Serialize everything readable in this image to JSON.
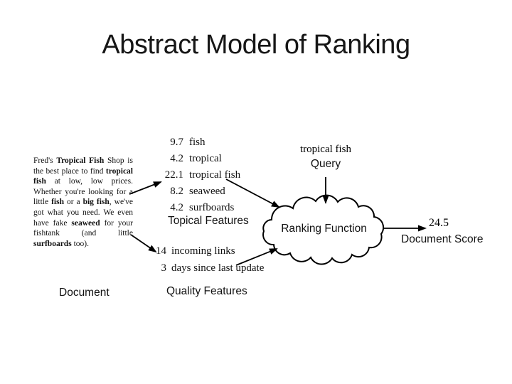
{
  "slide": {
    "title": "Abstract Model of Ranking"
  },
  "colors": {
    "background": "#ffffff",
    "ink": "#000000"
  },
  "diagram": {
    "document": {
      "label": "Document",
      "segments": [
        {
          "text": "Fred's ",
          "bold": false
        },
        {
          "text": "Tropical Fish",
          "bold": true
        },
        {
          "text": " Shop is the best place to find ",
          "bold": false
        },
        {
          "text": "tropical fish",
          "bold": true
        },
        {
          "text": " at low, low prices.  Whether you're looking for a little ",
          "bold": false
        },
        {
          "text": "fish",
          "bold": true
        },
        {
          "text": " or a ",
          "bold": false
        },
        {
          "text": "big fish",
          "bold": true
        },
        {
          "text": ", we've got what you need.  We even have fake ",
          "bold": false
        },
        {
          "text": "seaweed",
          "bold": true
        },
        {
          "text": " for your fishtank (and little ",
          "bold": false
        },
        {
          "text": "surfboards",
          "bold": true
        },
        {
          "text": " too).",
          "bold": false
        }
      ]
    },
    "topical_features": {
      "label": "Topical Features",
      "items": [
        {
          "value": "9.7",
          "term": "fish"
        },
        {
          "value": "4.2",
          "term": "tropical"
        },
        {
          "value": "22.1",
          "term": "tropical fish"
        },
        {
          "value": "8.2",
          "term": "seaweed"
        },
        {
          "value": "4.2",
          "term": "surfboards"
        }
      ]
    },
    "quality_features": {
      "label": "Quality Features",
      "items": [
        {
          "value": "14",
          "term": "incoming links"
        },
        {
          "value": "3",
          "term": "days since last update"
        }
      ]
    },
    "query": {
      "text": "tropical fish",
      "label": "Query"
    },
    "ranking_function": {
      "label": "Ranking Function"
    },
    "document_score": {
      "value": "24.5",
      "label": "Document Score"
    }
  }
}
